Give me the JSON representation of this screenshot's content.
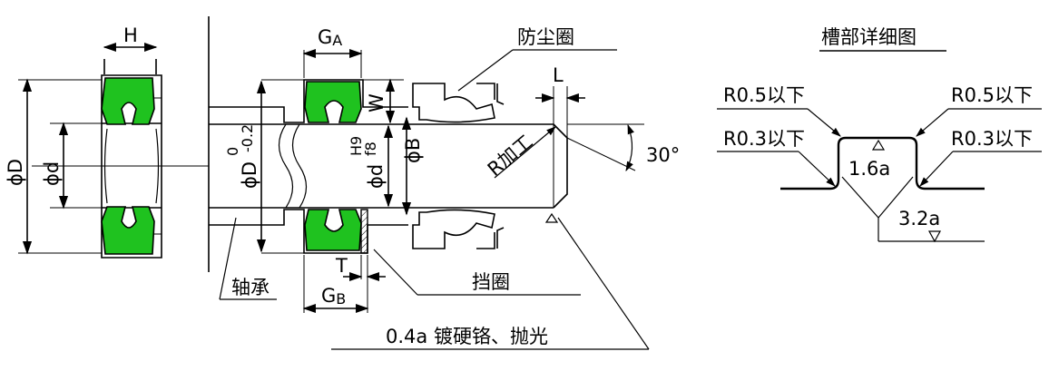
{
  "labels": {
    "H": "H",
    "GA_main": "G",
    "GA_sub": "A",
    "GB_main": "G",
    "GB_sub": "B",
    "W": "W",
    "T": "T",
    "L": "L",
    "phiD": "ϕD",
    "phid": "ϕd",
    "phiD_shaft": "ϕD",
    "tol_D_upper": "0",
    "tol_D_lower": "-0.2",
    "phid_fit": "ϕd",
    "fit_upper": "H9",
    "fit_lower": "f8",
    "phiB": "ϕB",
    "r_machining": "R加工",
    "angle": "30°",
    "dust_seal": "防尘圈",
    "bearing": "轴承",
    "retaining_ring": "挡圈",
    "chrome_note": "0.4a 镀硬铬、抛光",
    "groove_detail_title": "槽部详细图",
    "r05_left": "R0.5以下",
    "r05_right": "R0.5以下",
    "r03_left": "R0.3以下",
    "r03_right": "R0.3以下",
    "rough_16": "1.6a",
    "rough_32": "3.2a"
  },
  "colors": {
    "seal": "#1fc21f",
    "line": "#000000"
  }
}
